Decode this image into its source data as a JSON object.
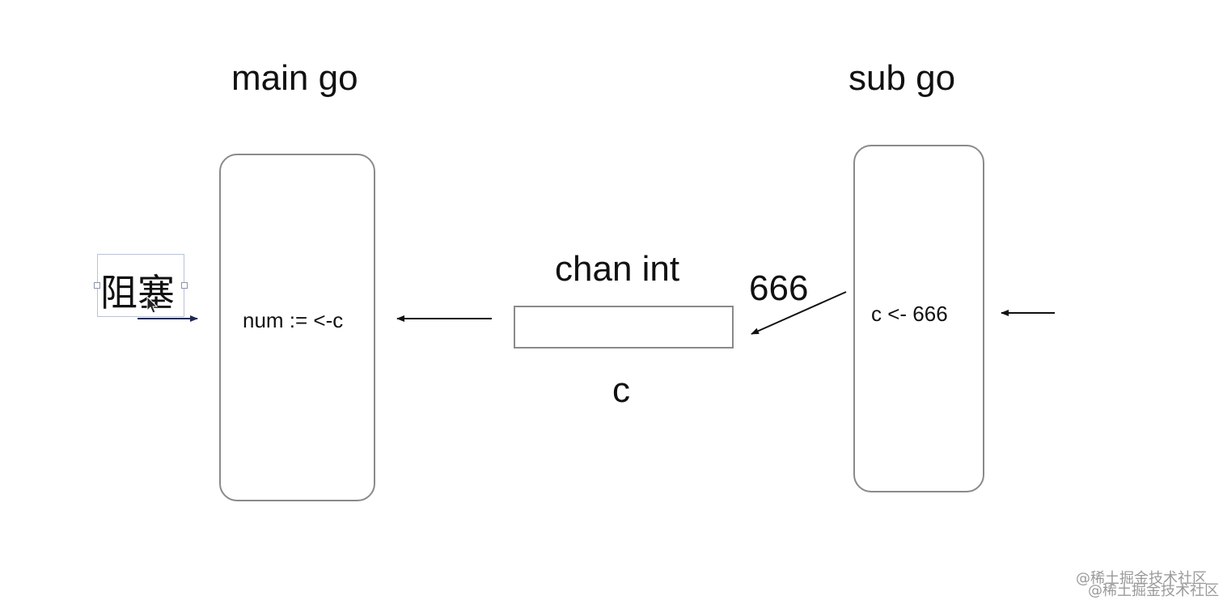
{
  "main_go": {
    "title": "main go",
    "statement": "num := <-c"
  },
  "sub_go": {
    "title": "sub go",
    "statement": "c <- 666"
  },
  "channel": {
    "type_label": "chan int",
    "name_label": "c",
    "value_label": "666"
  },
  "block_label": "阻塞",
  "watermark": {
    "text_1": "@稀土掘金技术社区",
    "text_2": "@稀土掘金技术社区"
  },
  "colors": {
    "box_border": "#8a8a8a",
    "text": "#111111",
    "arrow": "#111111",
    "block_arrow": "#1e2a55",
    "selection": "#b9c3d6"
  }
}
